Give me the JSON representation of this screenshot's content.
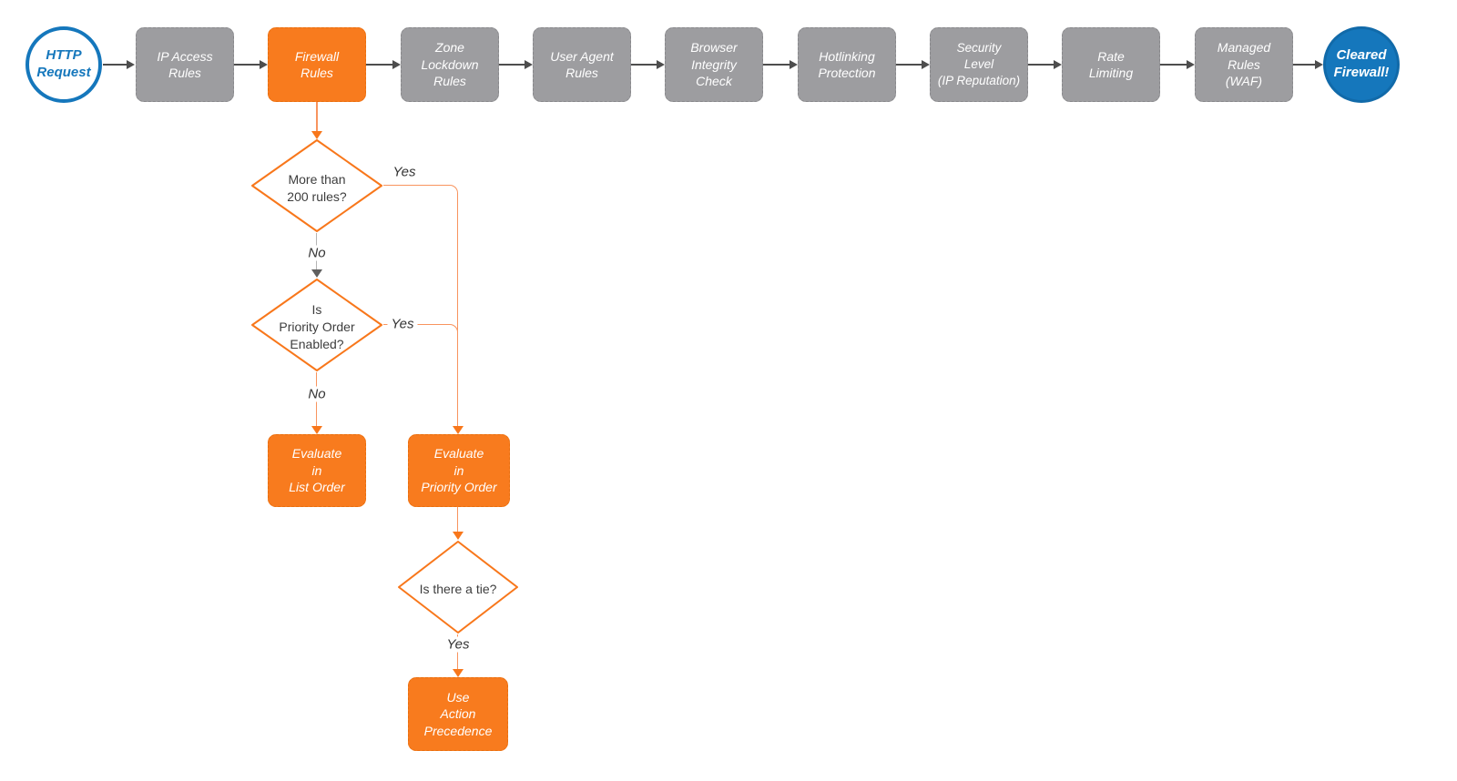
{
  "colors": {
    "process_gray": "#9d9da0",
    "accent_orange": "#f87b1e",
    "connector_orange": "#f8945e",
    "brand_blue": "#1577bc",
    "arrow_dark": "#4d4d4d",
    "text_white": "#ffffff",
    "diamond_text": "#3d3d3d"
  },
  "flow": {
    "start": {
      "label": "HTTP\nRequest"
    },
    "end": {
      "label": "Cleared\nFirewall!"
    },
    "stages": [
      {
        "label": "IP Access\nRules"
      },
      {
        "label": "Firewall\nRules"
      },
      {
        "label": "Zone\nLockdown\nRules"
      },
      {
        "label": "User Agent\nRules"
      },
      {
        "label": "Browser\nIntegrity\nCheck"
      },
      {
        "label": "Hotlinking\nProtection"
      },
      {
        "label": "Security\nLevel\n(IP Reputation)"
      },
      {
        "label": "Rate\nLimiting"
      },
      {
        "label": "Managed\nRules\n(WAF)"
      }
    ],
    "decisions": [
      {
        "label": "More than\n200 rules?",
        "yes_label": "Yes",
        "no_label": "No"
      },
      {
        "label": "Is\nPriority Order\nEnabled?",
        "yes_label": "Yes",
        "no_label": "No"
      },
      {
        "label": "Is there a tie?",
        "yes_label": "Yes"
      }
    ],
    "actions": [
      {
        "label": "Evaluate\nin\nList Order"
      },
      {
        "label": "Evaluate\nin\nPriority Order"
      },
      {
        "label": "Use\nAction\nPrecedence"
      }
    ]
  }
}
